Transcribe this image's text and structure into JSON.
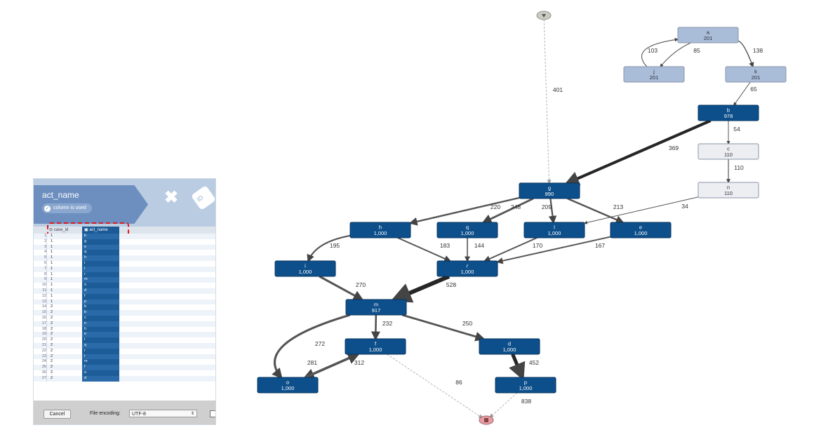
{
  "panel": {
    "title": "act_name",
    "badge": "column is used",
    "col_case_id": "case_id",
    "col_act_name": "act_name",
    "rows": [
      {
        "n": "1",
        "case": "1",
        "act": "b"
      },
      {
        "n": "2",
        "case": "1",
        "act": "g"
      },
      {
        "n": "3",
        "case": "1",
        "act": "e"
      },
      {
        "n": "4",
        "case": "1",
        "act": "q"
      },
      {
        "n": "5",
        "case": "1",
        "act": "h"
      },
      {
        "n": "6",
        "case": "1",
        "act": "i"
      },
      {
        "n": "7",
        "case": "1",
        "act": "l"
      },
      {
        "n": "8",
        "case": "1",
        "act": "r"
      },
      {
        "n": "9",
        "case": "1",
        "act": "m"
      },
      {
        "n": "10",
        "case": "1",
        "act": "o"
      },
      {
        "n": "11",
        "case": "1",
        "act": "d"
      },
      {
        "n": "12",
        "case": "1",
        "act": "f"
      },
      {
        "n": "13",
        "case": "1",
        "act": "p"
      },
      {
        "n": "14",
        "case": "2",
        "act": "b"
      },
      {
        "n": "15",
        "case": "2",
        "act": "b"
      },
      {
        "n": "16",
        "case": "2",
        "act": "c"
      },
      {
        "n": "17",
        "case": "2",
        "act": "n"
      },
      {
        "n": "18",
        "case": "2",
        "act": "h"
      },
      {
        "n": "19",
        "case": "2",
        "act": "e"
      },
      {
        "n": "20",
        "case": "2",
        "act": "i"
      },
      {
        "n": "21",
        "case": "2",
        "act": "q"
      },
      {
        "n": "22",
        "case": "2",
        "act": "r"
      },
      {
        "n": "23",
        "case": "2",
        "act": "l"
      },
      {
        "n": "24",
        "case": "2",
        "act": "m"
      },
      {
        "n": "25",
        "case": "2",
        "act": "f"
      },
      {
        "n": "26",
        "case": "2",
        "act": "o"
      },
      {
        "n": "27",
        "case": "2",
        "act": "d"
      }
    ],
    "cancel_label": "Cancel",
    "encoding_label": "File encoding:",
    "encoding_value": "UTF-8"
  },
  "graph": {
    "nodes": [
      {
        "id": "a",
        "name": "a",
        "count": "201",
        "style": "light"
      },
      {
        "id": "j",
        "name": "j",
        "count": "201",
        "style": "light"
      },
      {
        "id": "k",
        "name": "k",
        "count": "201",
        "style": "light"
      },
      {
        "id": "b",
        "name": "b",
        "count": "978",
        "style": "dark"
      },
      {
        "id": "c",
        "name": "c",
        "count": "110",
        "style": "pale"
      },
      {
        "id": "n",
        "name": "n",
        "count": "110",
        "style": "pale"
      },
      {
        "id": "g",
        "name": "g",
        "count": "890",
        "style": "dark"
      },
      {
        "id": "h",
        "name": "h",
        "count": "1,000",
        "style": "dark"
      },
      {
        "id": "q",
        "name": "q",
        "count": "1,000",
        "style": "dark"
      },
      {
        "id": "l",
        "name": "l",
        "count": "1,000",
        "style": "dark"
      },
      {
        "id": "e",
        "name": "e",
        "count": "1,000",
        "style": "dark"
      },
      {
        "id": "i",
        "name": "i",
        "count": "1,000",
        "style": "dark"
      },
      {
        "id": "r",
        "name": "r",
        "count": "1,000",
        "style": "dark"
      },
      {
        "id": "m",
        "name": "m",
        "count": "917",
        "style": "dark"
      },
      {
        "id": "f",
        "name": "f",
        "count": "1,000",
        "style": "dark"
      },
      {
        "id": "d",
        "name": "d",
        "count": "1,000",
        "style": "dark"
      },
      {
        "id": "o",
        "name": "o",
        "count": "1,000",
        "style": "dark"
      },
      {
        "id": "p",
        "name": "p",
        "count": "1,000",
        "style": "dark"
      }
    ],
    "edges": [
      {
        "from": "start",
        "to": "g",
        "label": "401",
        "dashed": true
      },
      {
        "from": "a",
        "to": "j",
        "label": "85"
      },
      {
        "from": "j",
        "to": "a",
        "label": "103"
      },
      {
        "from": "a",
        "to": "k",
        "label": "138"
      },
      {
        "from": "k",
        "to": "b",
        "label": "65"
      },
      {
        "from": "b",
        "to": "c",
        "label": "54"
      },
      {
        "from": "b",
        "to": "g",
        "label": "369"
      },
      {
        "from": "c",
        "to": "n",
        "label": "110"
      },
      {
        "from": "n",
        "to": "l",
        "label": "34"
      },
      {
        "from": "g",
        "to": "h",
        "label": "220"
      },
      {
        "from": "g",
        "to": "q",
        "label": "248"
      },
      {
        "from": "g",
        "to": "l",
        "label": "209"
      },
      {
        "from": "g",
        "to": "e",
        "label": "213"
      },
      {
        "from": "h",
        "to": "i",
        "label": "195"
      },
      {
        "from": "h",
        "to": "r",
        "label": "183"
      },
      {
        "from": "q",
        "to": "r",
        "label": "144"
      },
      {
        "from": "l",
        "to": "r",
        "label": "170"
      },
      {
        "from": "e",
        "to": "r",
        "label": "167"
      },
      {
        "from": "i",
        "to": "m",
        "label": "270"
      },
      {
        "from": "r",
        "to": "m",
        "label": "528"
      },
      {
        "from": "m",
        "to": "f",
        "label": "232"
      },
      {
        "from": "m",
        "to": "d",
        "label": "250"
      },
      {
        "from": "m",
        "to": "o",
        "label": "272"
      },
      {
        "from": "f",
        "to": "o",
        "label": "281"
      },
      {
        "from": "o",
        "to": "f",
        "label": "312"
      },
      {
        "from": "d",
        "to": "p",
        "label": "452"
      },
      {
        "from": "f",
        "to": "end",
        "label": "86",
        "dashed": true
      },
      {
        "from": "p",
        "to": "end",
        "label": "838",
        "dashed": true
      }
    ]
  },
  "colors": {
    "node_dark": "#0d4f8b",
    "node_light": "#a9bcd8",
    "node_pale": "#eceef2",
    "edge": "#555555",
    "start": "#c9ccc4",
    "end": "#e6a0a5",
    "highlight": "#e0191f"
  }
}
